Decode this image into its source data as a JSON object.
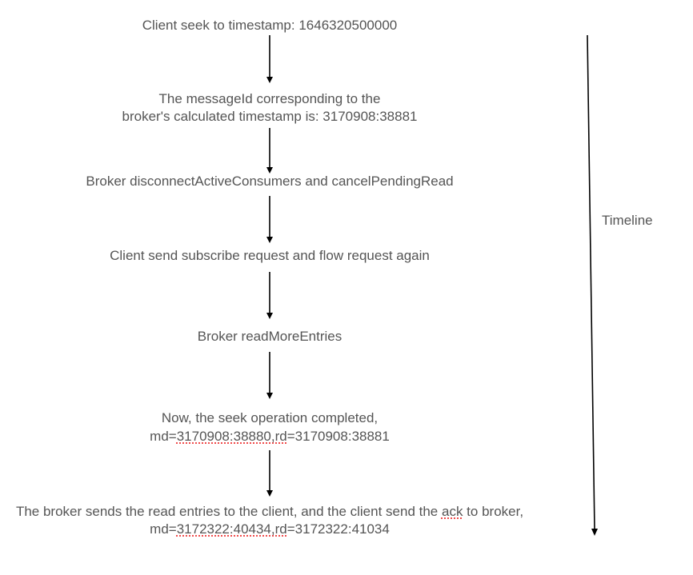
{
  "steps": [
    {
      "lines": [
        "Client seek to timestamp:  1646320500000"
      ]
    },
    {
      "lines": [
        "The messageId corresponding to the",
        "broker's calculated timestamp is: 3170908:38881"
      ]
    },
    {
      "lines": [
        "Broker disconnectActiveConsumers and cancelPendingRead"
      ]
    },
    {
      "lines": [
        "Client send subscribe request and flow request again"
      ]
    },
    {
      "lines": [
        "Broker readMoreEntries"
      ]
    },
    {
      "lines": [
        "Now, the seek operation completed,"
      ],
      "line2": {
        "a": "md=",
        "b": "3170908:38880,rd",
        "c": "=3170908:38881"
      }
    },
    {
      "lines": [
        "The broker sends the read entries to the client, and the client send the "
      ],
      "ack": "ack",
      "tail": " to broker,",
      "line2": {
        "a": "md=",
        "b": "3172322:40434,rd",
        "c": "=3172322:41034"
      }
    }
  ],
  "timeline_label": "Timeline"
}
